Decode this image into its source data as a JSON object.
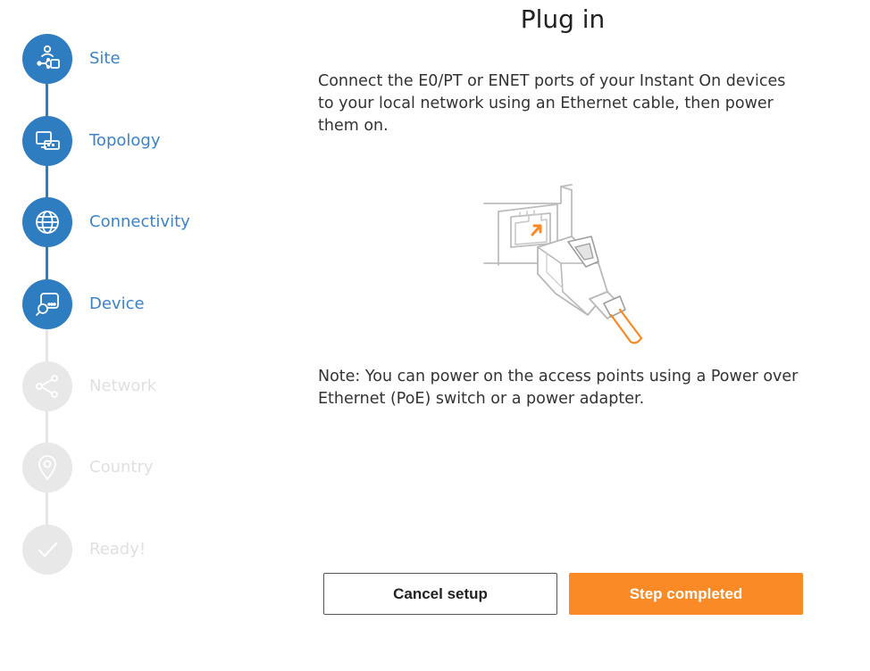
{
  "steps": [
    {
      "label": "Site",
      "state": "done",
      "icon": "site-user-network-icon"
    },
    {
      "label": "Topology",
      "state": "done",
      "icon": "topology-devices-icon"
    },
    {
      "label": "Connectivity",
      "state": "done",
      "icon": "globe-icon"
    },
    {
      "label": "Device",
      "state": "done",
      "icon": "device-search-icon"
    },
    {
      "label": "Network",
      "state": "todo",
      "icon": "network-share-icon"
    },
    {
      "label": "Country",
      "state": "todo",
      "icon": "location-pin-icon"
    },
    {
      "label": "Ready!",
      "state": "todo",
      "icon": "checkmark-icon"
    }
  ],
  "main": {
    "title": "Plug in",
    "instructions": "Connect the E0/PT or ENET ports of your Instant On devices to your local network using an Ethernet cable, then power them on.",
    "note": "Note: You can power on the access points using a Power over Ethernet (PoE) switch or a power adapter."
  },
  "buttons": {
    "cancel": "Cancel setup",
    "complete": "Step completed"
  },
  "colors": {
    "accent_blue": "#2f7dc1",
    "primary_orange": "#f98a25",
    "inactive_gray": "#e8e8e8"
  }
}
